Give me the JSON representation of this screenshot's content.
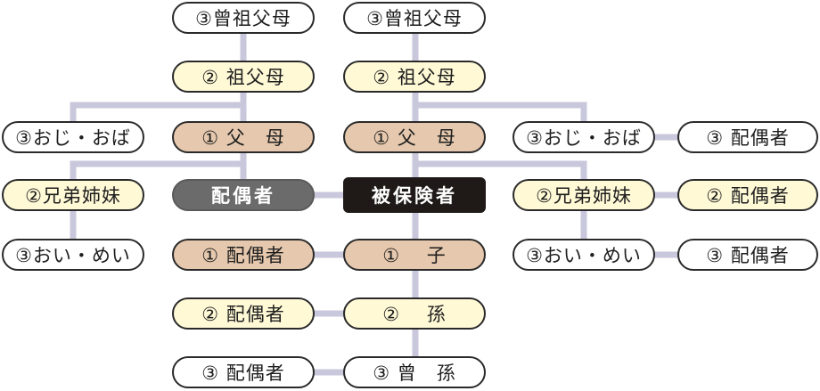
{
  "colors": {
    "line": "#c9c7dc",
    "white": "#ffffff",
    "yellow": "#fff9d6",
    "tan": "#e5c8ad",
    "grey": "#6b6b6b",
    "black": "#1f1a18"
  },
  "nodes": {
    "great_grandparents_left": "③曾祖父母",
    "great_grandparents_right": "③曾祖父母",
    "grandparents_left": "② 祖父母",
    "grandparents_right": "② 祖父母",
    "uncle_aunt_left": "③おじ・おば",
    "parents_left": "① 父　母",
    "parents_right": "① 父　母",
    "uncle_aunt_right": "③おじ・おば",
    "uncle_aunt_right_spouse": "③ 配偶者",
    "siblings_left": "②兄弟姉妹",
    "spouse": "配偶者",
    "insured": "被保険者",
    "siblings_right": "②兄弟姉妹",
    "siblings_right_spouse": "② 配偶者",
    "nephew_niece_left": "③おい・めい",
    "child_spouse": "① 配偶者",
    "child": "①　 子",
    "nephew_niece_right": "③おい・めい",
    "nephew_niece_right_spouse": "③ 配偶者",
    "grandchild_spouse": "② 配偶者",
    "grandchild": "②　 孫",
    "great_grandchild_spouse": "③ 配偶者",
    "great_grandchild": "③ 曾　孫"
  }
}
